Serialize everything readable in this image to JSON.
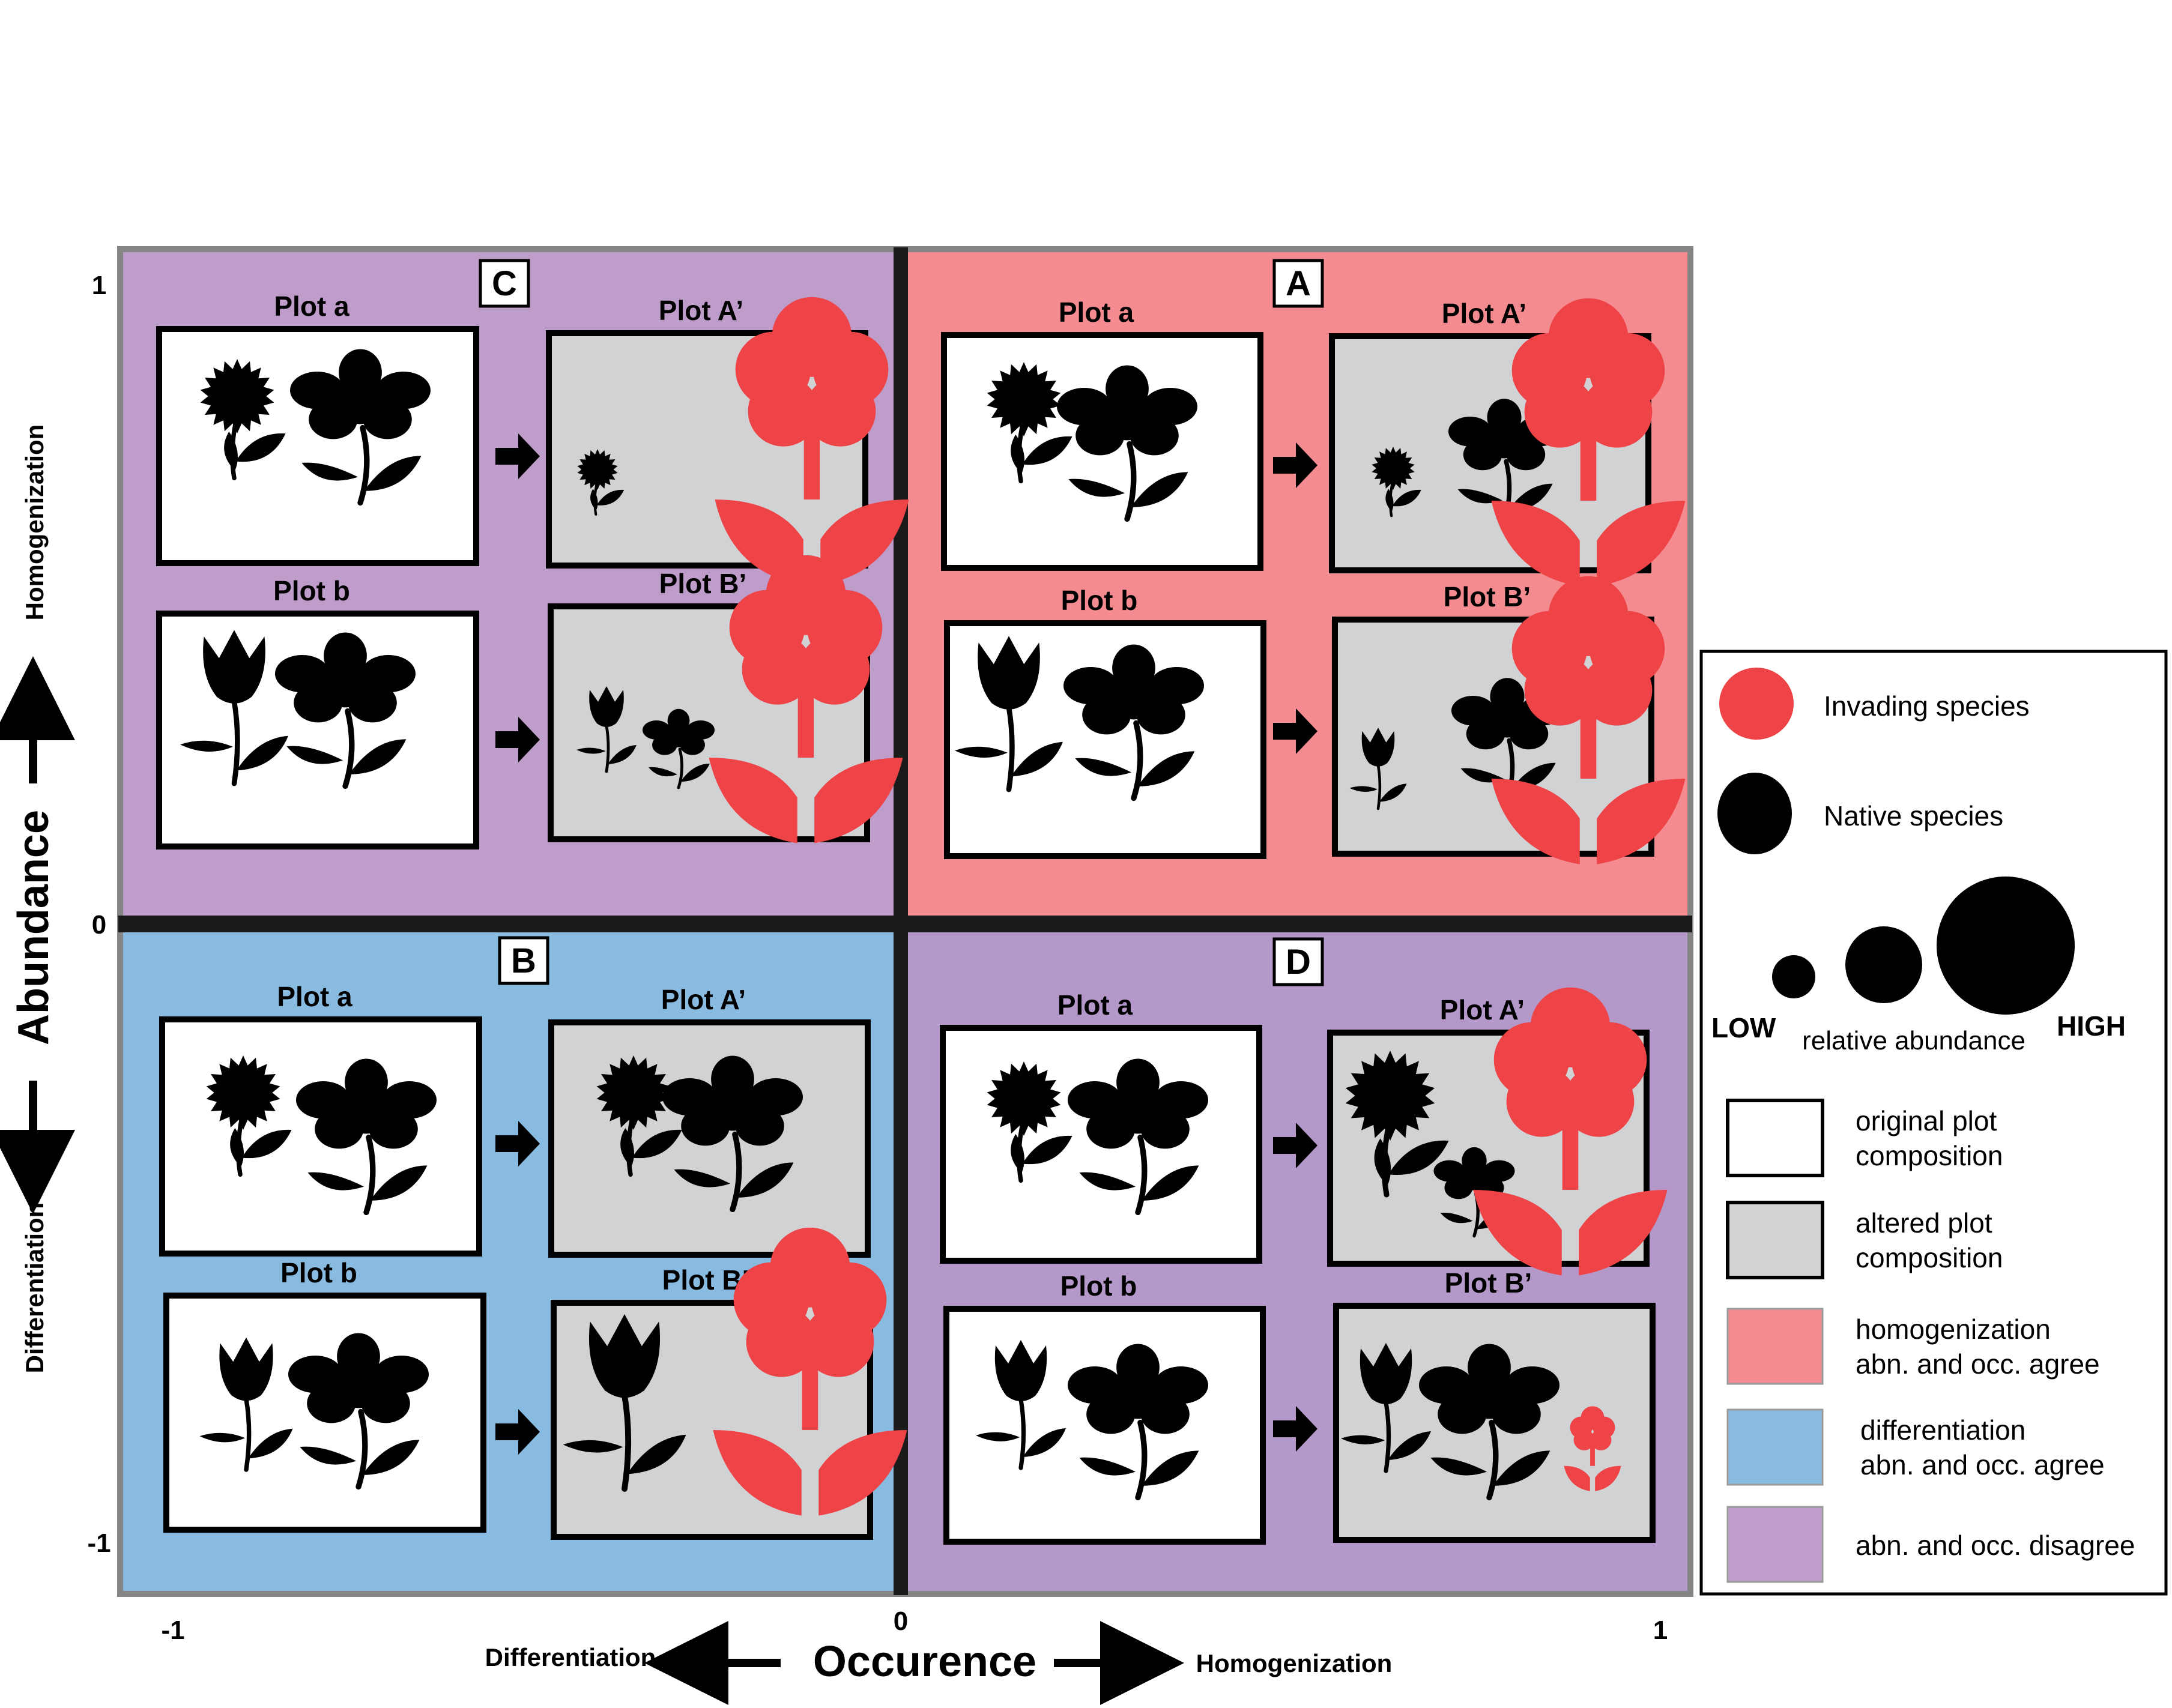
{
  "y_axis": {
    "label": "Abundance",
    "top_label": "Homogenization",
    "bottom_label": "Differentiation",
    "ticks": [
      "1",
      "0",
      "-1"
    ]
  },
  "x_axis": {
    "label": "Occurence",
    "left_label": "Differentiation",
    "right_label": "Homogenization",
    "ticks": [
      "-1",
      "0",
      "1"
    ]
  },
  "quadrants": [
    {
      "id": "C",
      "color": "#bf9dcb",
      "plots": [
        {
          "label": "Plot a",
          "kind": "original",
          "flowers": [
            "sunflower-native",
            "daisy-native"
          ]
        },
        {
          "label": "Plot A’",
          "kind": "altered",
          "flowers": [
            "sunflower-native-small",
            "tulip-invader-large"
          ]
        },
        {
          "label": "Plot b",
          "kind": "original",
          "flowers": [
            "tulip-native",
            "daisy-native"
          ]
        },
        {
          "label": "Plot B’",
          "kind": "altered",
          "flowers": [
            "tulip-native-small",
            "daisy-native-small",
            "tulip-invader-large"
          ]
        }
      ]
    },
    {
      "id": "A",
      "color": "#f48b90",
      "plots": [
        {
          "label": "Plot a",
          "kind": "original",
          "flowers": [
            "sunflower-native",
            "daisy-native"
          ]
        },
        {
          "label": "Plot A’",
          "kind": "altered",
          "flowers": [
            "sunflower-native-small",
            "daisy-native",
            "tulip-invader-large"
          ]
        },
        {
          "label": "Plot b",
          "kind": "original",
          "flowers": [
            "tulip-native",
            "daisy-native"
          ]
        },
        {
          "label": "Plot B’",
          "kind": "altered",
          "flowers": [
            "tulip-native-small",
            "daisy-native",
            "tulip-invader-large"
          ]
        }
      ]
    },
    {
      "id": "B",
      "color": "#89badf",
      "plots": [
        {
          "label": "Plot a",
          "kind": "original",
          "flowers": [
            "sunflower-native",
            "daisy-native"
          ]
        },
        {
          "label": "Plot A’",
          "kind": "altered",
          "flowers": [
            "sunflower-native",
            "daisy-native"
          ]
        },
        {
          "label": "Plot b",
          "kind": "original",
          "flowers": [
            "tulip-native",
            "daisy-native"
          ]
        },
        {
          "label": "Plot B’",
          "kind": "altered",
          "flowers": [
            "tulip-native-large",
            "tulip-invader-large"
          ]
        }
      ]
    },
    {
      "id": "D",
      "color": "#b398c9",
      "plots": [
        {
          "label": "Plot a",
          "kind": "original",
          "flowers": [
            "sunflower-native",
            "daisy-native"
          ]
        },
        {
          "label": "Plot A’",
          "kind": "altered",
          "flowers": [
            "sunflower-native-large",
            "daisy-native-small",
            "tulip-invader-large"
          ]
        },
        {
          "label": "Plot b",
          "kind": "original",
          "flowers": [
            "tulip-native",
            "daisy-native"
          ]
        },
        {
          "label": "Plot B’",
          "kind": "altered",
          "flowers": [
            "tulip-native",
            "daisy-native",
            "tulip-invader-small"
          ]
        }
      ]
    }
  ],
  "legend": {
    "invading": {
      "label": "Invading species",
      "color": "#ee4347"
    },
    "native": {
      "label": "Native species",
      "color": "#000000"
    },
    "abundance": {
      "low": "LOW",
      "caption": "relative abundance",
      "high": "HIGH"
    },
    "swatches": [
      {
        "line1": "original plot",
        "line2": "composition",
        "color": "#ffffff"
      },
      {
        "line1": "altered plot",
        "line2": "composition",
        "color": "#d1d2d4"
      },
      {
        "line1": "homogenization",
        "line2": "abn. and occ. agree",
        "color": "#f48b90"
      },
      {
        "line1": "differentiation",
        "line2": "abn. and occ. agree",
        "color": "#89badf"
      },
      {
        "line1": "abn. and occ. disagree",
        "line2": "",
        "color": "#bf9dcb"
      }
    ]
  },
  "colors": {
    "native": "#000000",
    "invader": "#ee4347",
    "altered_plot": "#d1d2d4",
    "original_plot": "#ffffff",
    "frame": "#858585"
  }
}
